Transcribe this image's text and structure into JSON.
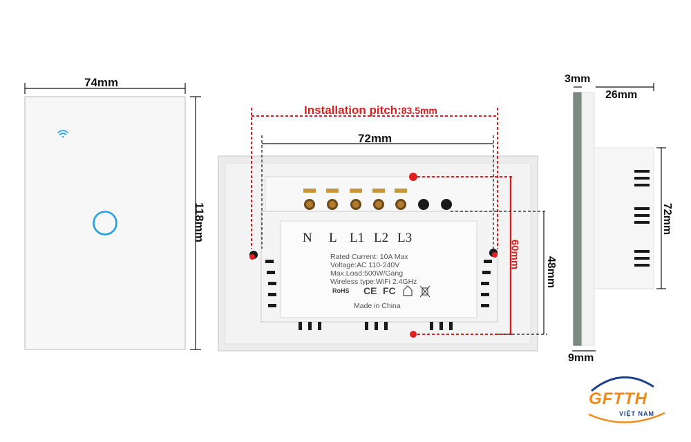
{
  "front_view": {
    "width_label": "74mm",
    "height_label": "118mm"
  },
  "back_view": {
    "pitch_label_text": "Installation pitch:",
    "pitch_label_value": "83.5mm",
    "inner_width_label": "72mm",
    "height_60_label": "60mm",
    "height_48_label": "48mm",
    "terminals": [
      "N",
      "L",
      "L1",
      "L2",
      "L3"
    ],
    "label_lines": [
      "Rated Current: 10A Max",
      "Voltage:AC 110-240V",
      "Max.Load:500W/Gang",
      "Wireless type:WiFi 2.4GHz"
    ],
    "cert_marks": [
      "RoHS",
      "CE",
      "FC"
    ],
    "made_in": "Made in China"
  },
  "side_view": {
    "glass_label": "3mm",
    "depth_label": "26mm",
    "height_label": "72mm",
    "base_label": "9mm"
  },
  "logo": {
    "brand": "GFTTH",
    "subtitle": "VIỆT NAM"
  },
  "colors": {
    "accent_blue": "#1ea0e6",
    "dim_red": "#d81e1e",
    "logo_orange": "#f08a1c",
    "logo_blue": "#1b3f8f"
  }
}
